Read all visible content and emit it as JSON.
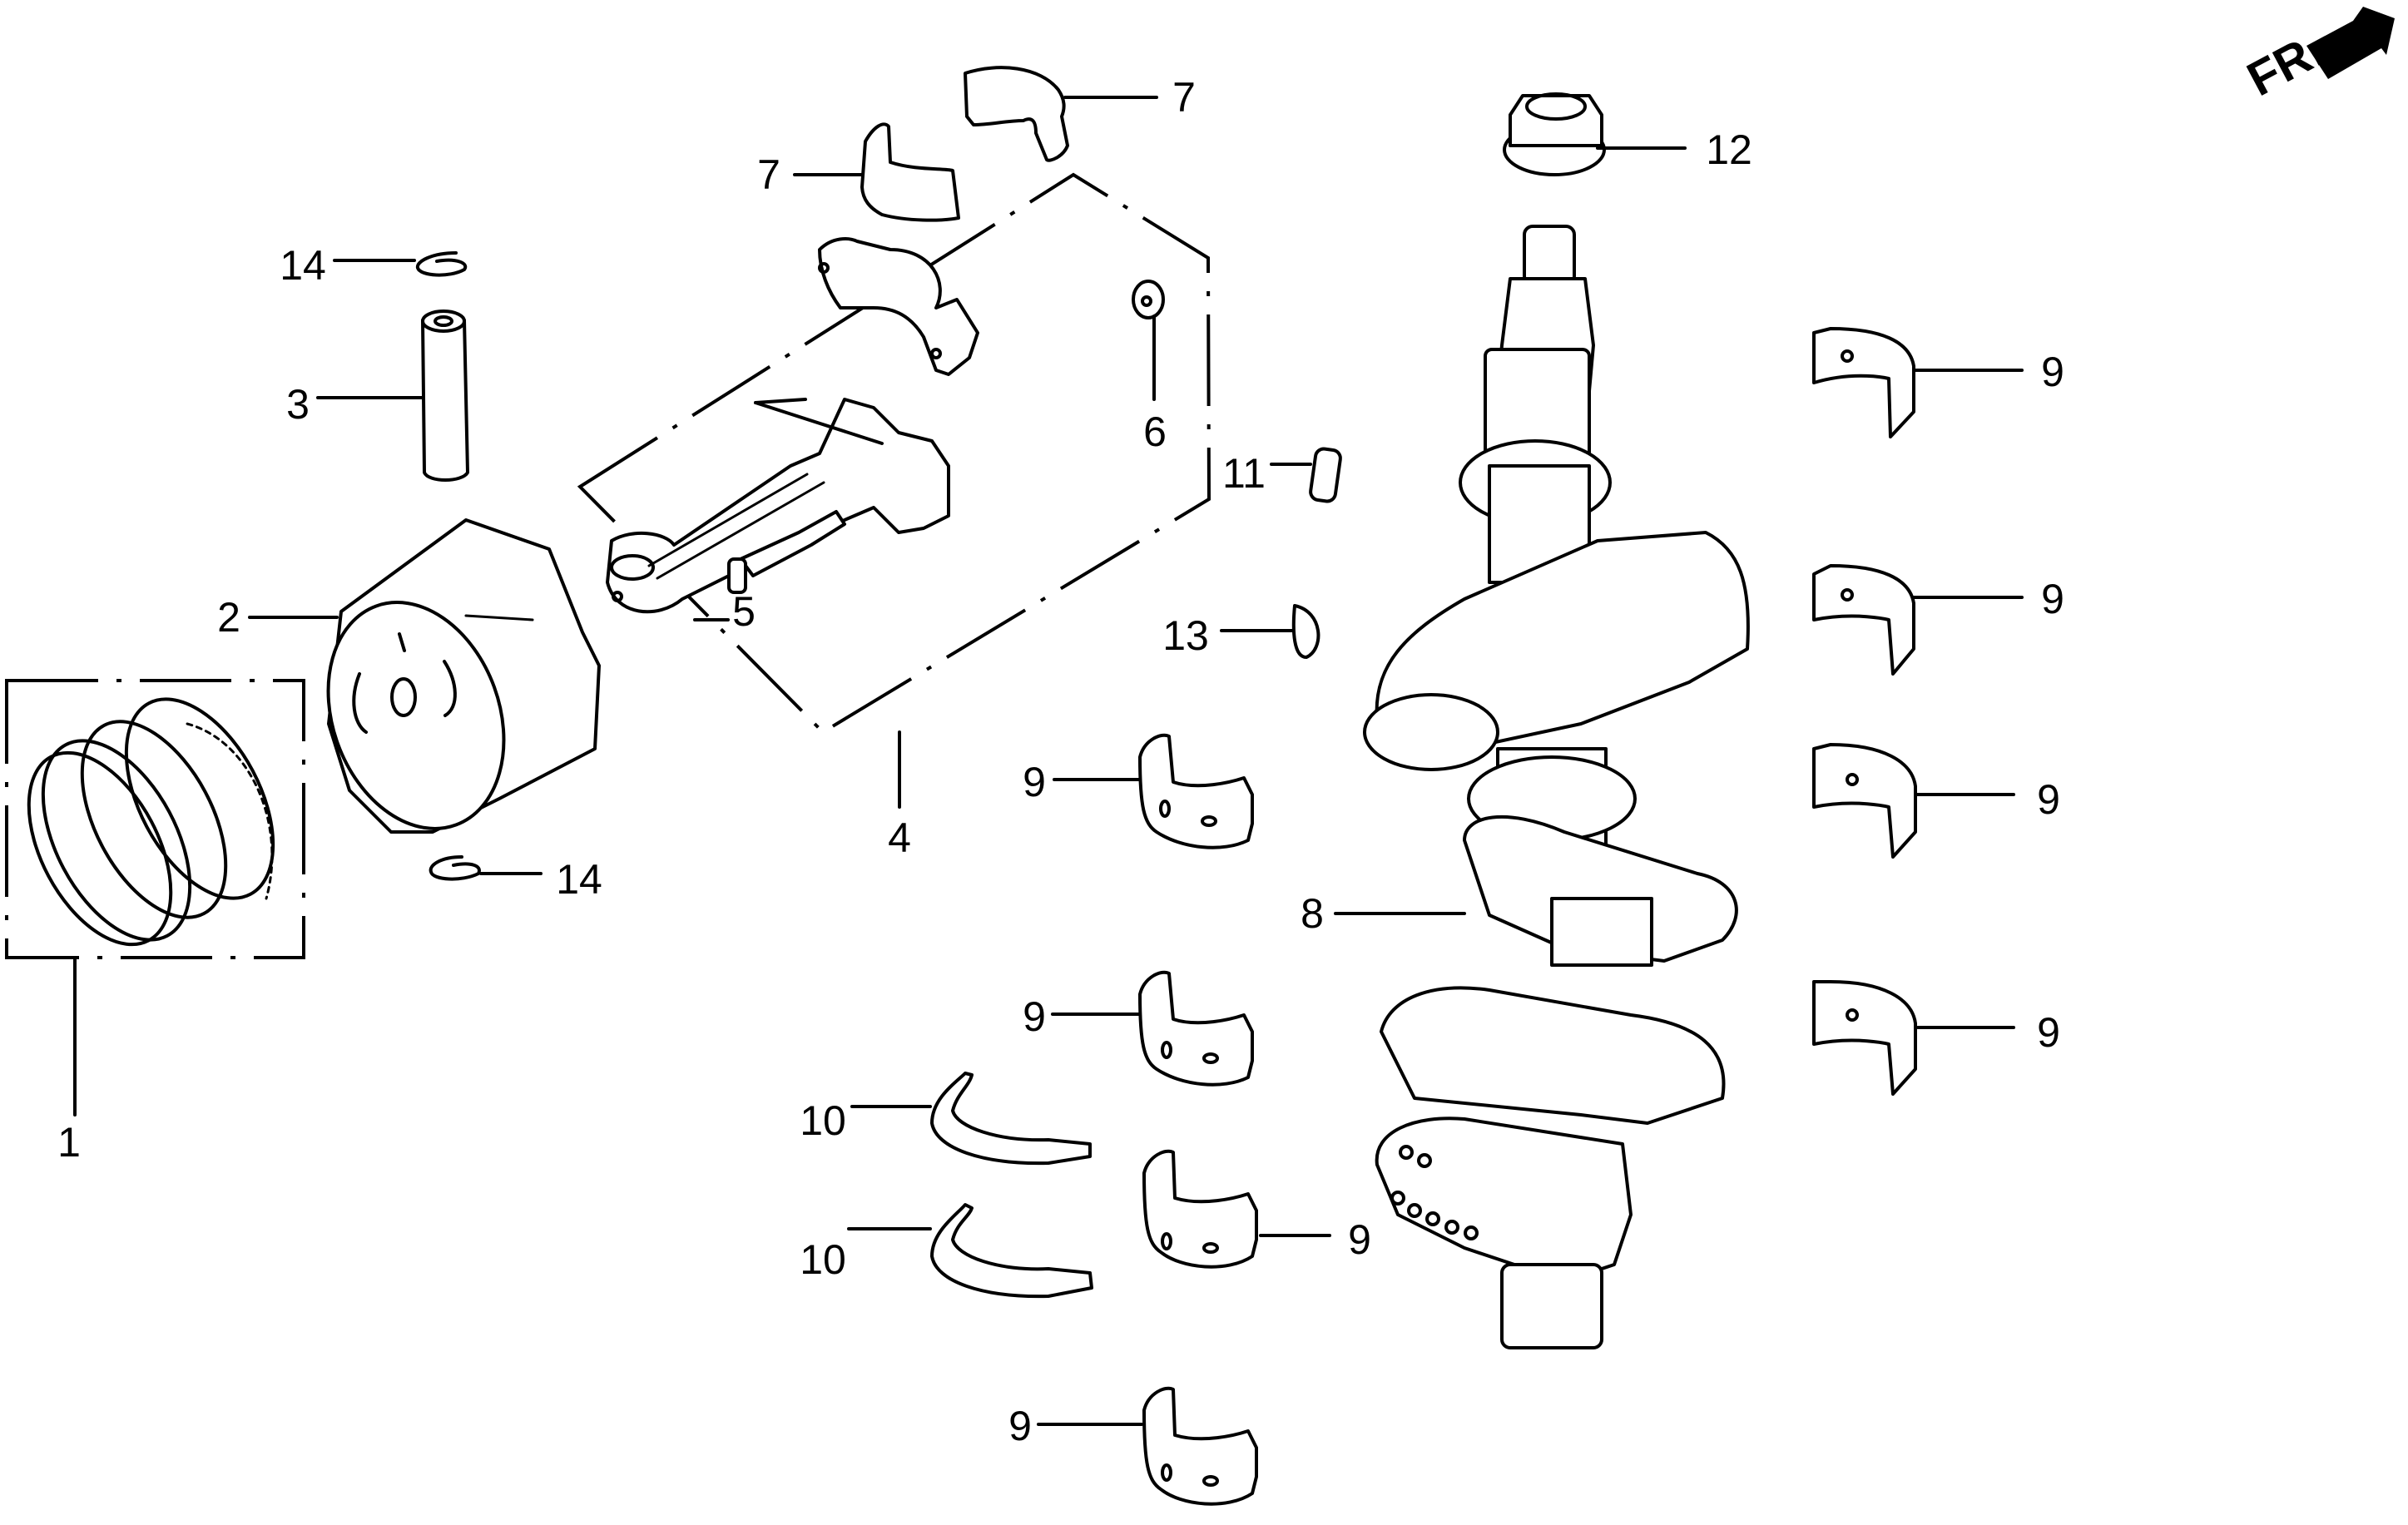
{
  "diagram": {
    "title": "Crankshaft / Piston exploded parts diagram",
    "orientation_marker": {
      "text": "FR.",
      "icon": "arrow-up-right-icon"
    },
    "callouts": [
      {
        "id": "c1",
        "label": "1",
        "part": "piston-ring-set"
      },
      {
        "id": "c2",
        "label": "2",
        "part": "piston"
      },
      {
        "id": "c3",
        "label": "3",
        "part": "piston-pin"
      },
      {
        "id": "c4",
        "label": "4",
        "part": "connecting-rod-assembly"
      },
      {
        "id": "c5",
        "label": "5",
        "part": "connecting-rod-bolt"
      },
      {
        "id": "c6",
        "label": "6",
        "part": "connecting-rod-nut"
      },
      {
        "id": "c7a",
        "label": "7",
        "part": "connecting-rod-bearing"
      },
      {
        "id": "c7b",
        "label": "7",
        "part": "connecting-rod-bearing"
      },
      {
        "id": "c8",
        "label": "8",
        "part": "crankshaft"
      },
      {
        "id": "c9a",
        "label": "9",
        "part": "main-bearing"
      },
      {
        "id": "c9b",
        "label": "9",
        "part": "main-bearing"
      },
      {
        "id": "c9c",
        "label": "9",
        "part": "main-bearing"
      },
      {
        "id": "c9d",
        "label": "9",
        "part": "main-bearing"
      },
      {
        "id": "c9e",
        "label": "9",
        "part": "main-bearing"
      },
      {
        "id": "c9f",
        "label": "9",
        "part": "main-bearing"
      },
      {
        "id": "c9g",
        "label": "9",
        "part": "main-bearing"
      },
      {
        "id": "c9h",
        "label": "9",
        "part": "main-bearing"
      },
      {
        "id": "c10a",
        "label": "10",
        "part": "thrust-washer"
      },
      {
        "id": "c10b",
        "label": "10",
        "part": "thrust-washer"
      },
      {
        "id": "c11",
        "label": "11",
        "part": "woodruff-key-pin"
      },
      {
        "id": "c12",
        "label": "12",
        "part": "flange-nut"
      },
      {
        "id": "c13",
        "label": "13",
        "part": "woodruff-key"
      },
      {
        "id": "c14a",
        "label": "14",
        "part": "piston-pin-clip"
      },
      {
        "id": "c14b",
        "label": "14",
        "part": "piston-pin-clip"
      }
    ]
  }
}
